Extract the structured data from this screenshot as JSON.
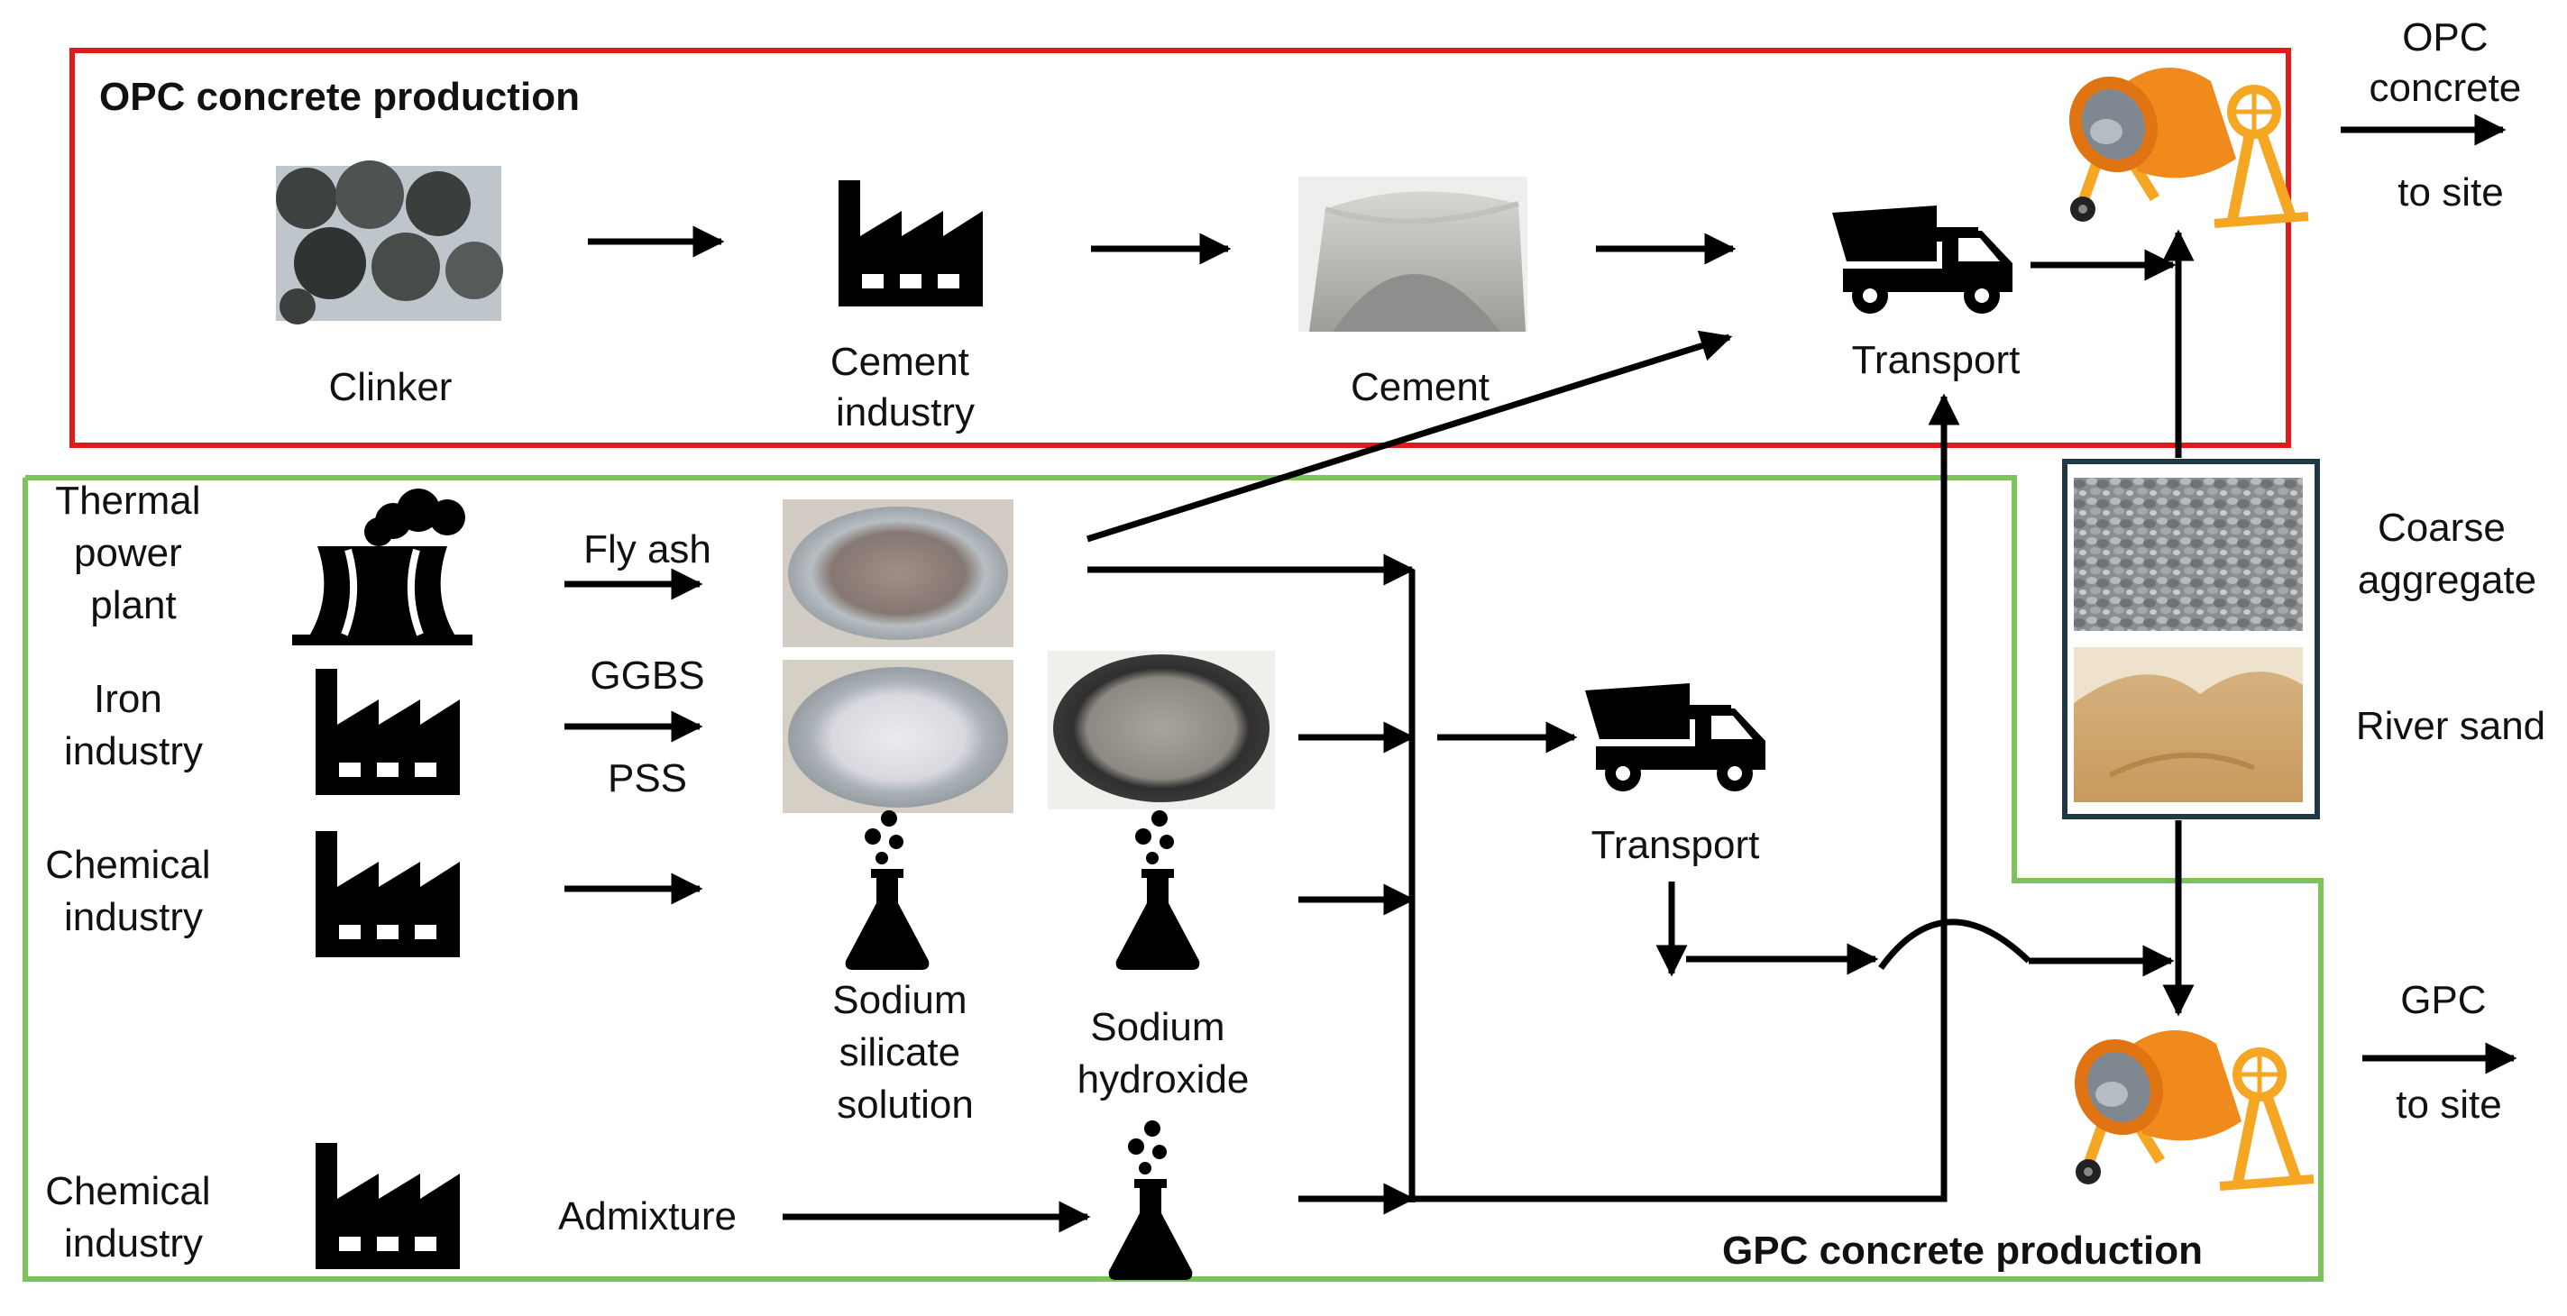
{
  "colors": {
    "opc_border": "#e01b1b",
    "gpc_border": "#7cc35a",
    "aggregate_border": "#1f3a44",
    "mixer_drum": "#f08a1c",
    "mixer_frame": "#f5a623",
    "icon": "#000000"
  },
  "opc": {
    "title": "OPC concrete production",
    "clinker": "Clinker",
    "cement_industry": [
      "Cement",
      "industry"
    ],
    "cement": "Cement",
    "transport": "Transport",
    "output": [
      "OPC",
      "concrete",
      "to site"
    ]
  },
  "gpc": {
    "title": "GPC concrete production",
    "thermal_plant": [
      "Thermal",
      "power",
      "plant"
    ],
    "iron_industry": [
      "Iron",
      "industry"
    ],
    "chemical_industry_1": [
      "Chemical",
      "industry"
    ],
    "chemical_industry_2": [
      "Chemical",
      "industry"
    ],
    "fly_ash": "Fly ash",
    "ggbs": "GGBS",
    "pss": "PSS",
    "sodium_silicate": [
      "Sodium",
      "silicate",
      "solution"
    ],
    "sodium_hydroxide": [
      "Sodium",
      "hydroxide"
    ],
    "admixture": "Admixture",
    "transport": "Transport",
    "output": [
      "GPC",
      "to site"
    ]
  },
  "aggregates": {
    "coarse": [
      "Coarse",
      "aggregate"
    ],
    "sand": "River sand"
  },
  "icons": {
    "factory": "factory-icon",
    "power_plant": "power-plant-icon",
    "truck": "dump-truck-icon",
    "flask": "chemical-flask-icon",
    "mixer": "concrete-mixer-icon"
  }
}
